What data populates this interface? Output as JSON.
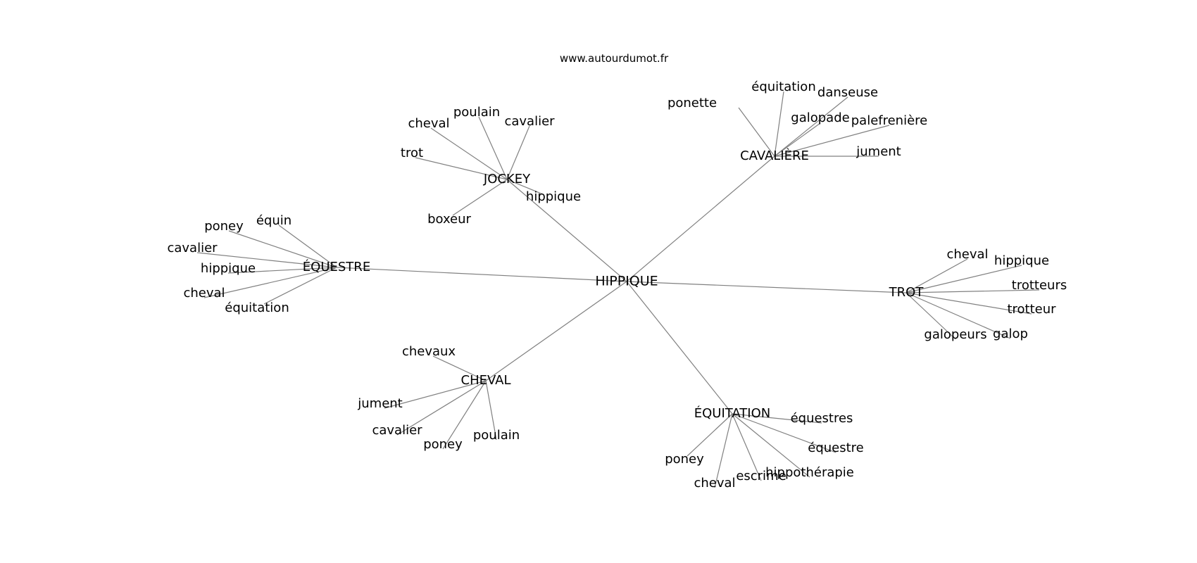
{
  "source": "www.autourdumot.fr",
  "center": "HIPPIQUE",
  "groups": [
    {
      "hub": "JOCKEY",
      "leaves": [
        "cheval",
        "poulain",
        "cavalier",
        "trot",
        "hippique",
        "boxeur"
      ]
    },
    {
      "hub": "CAVALIÈRE",
      "leaves": [
        "équitation",
        "danseuse",
        "ponette",
        "galopade",
        "palefrenière",
        "jument"
      ]
    },
    {
      "hub": "ÉQUESTRE",
      "leaves": [
        "équin",
        "poney",
        "cavalier",
        "hippique",
        "cheval",
        "équitation"
      ]
    },
    {
      "hub": "TROT",
      "leaves": [
        "cheval",
        "hippique",
        "trotteurs",
        "trotteur",
        "galopeurs",
        "galop"
      ]
    },
    {
      "hub": "CHEVAL",
      "leaves": [
        "chevaux",
        "jument",
        "cavalier",
        "poney",
        "poulain"
      ]
    },
    {
      "hub": "ÉQUITATION",
      "leaves": [
        "équestres",
        "équestre",
        "poney",
        "cheval",
        "escrime",
        "hippothérapie"
      ]
    }
  ]
}
